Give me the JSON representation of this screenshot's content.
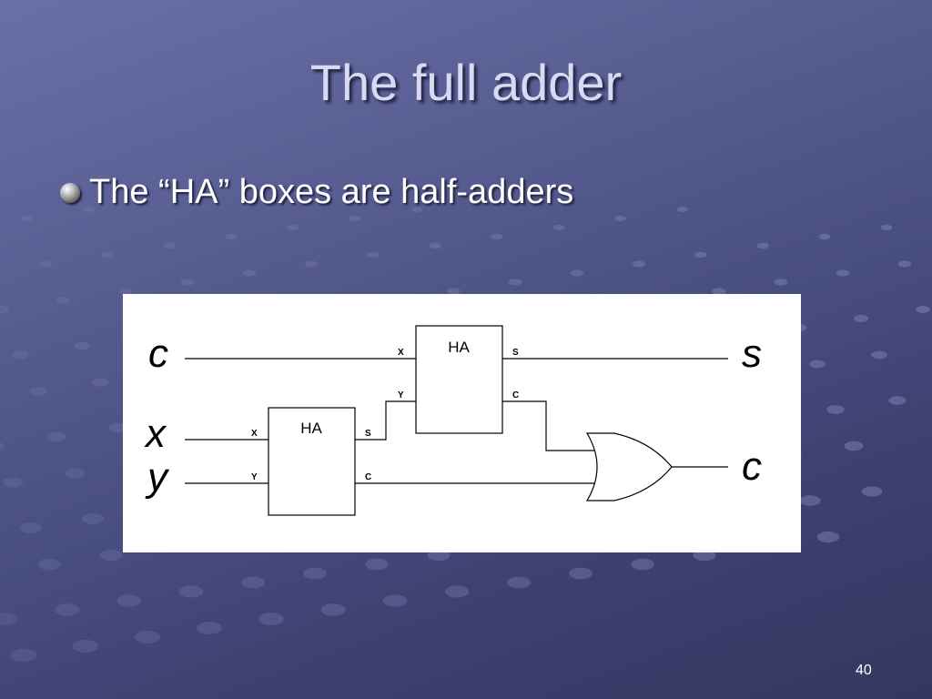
{
  "slide": {
    "title": "The full adder",
    "bullet": "The “HA” boxes are half-adders",
    "page_number": "40"
  },
  "diagram": {
    "inputs": {
      "c": "c",
      "x": "x",
      "y": "y"
    },
    "outputs": {
      "s": "s",
      "c": "c"
    },
    "ha1": {
      "label": "HA",
      "pin_x": "X",
      "pin_y": "Y",
      "pin_s": "S",
      "pin_c": "C"
    },
    "ha2": {
      "label": "HA",
      "pin_x": "X",
      "pin_y": "Y",
      "pin_s": "S",
      "pin_c": "C"
    }
  },
  "colors": {
    "text": "#ffffff",
    "title": "#d8d9f2",
    "panel": "#ffffff",
    "wire": "#000000"
  }
}
